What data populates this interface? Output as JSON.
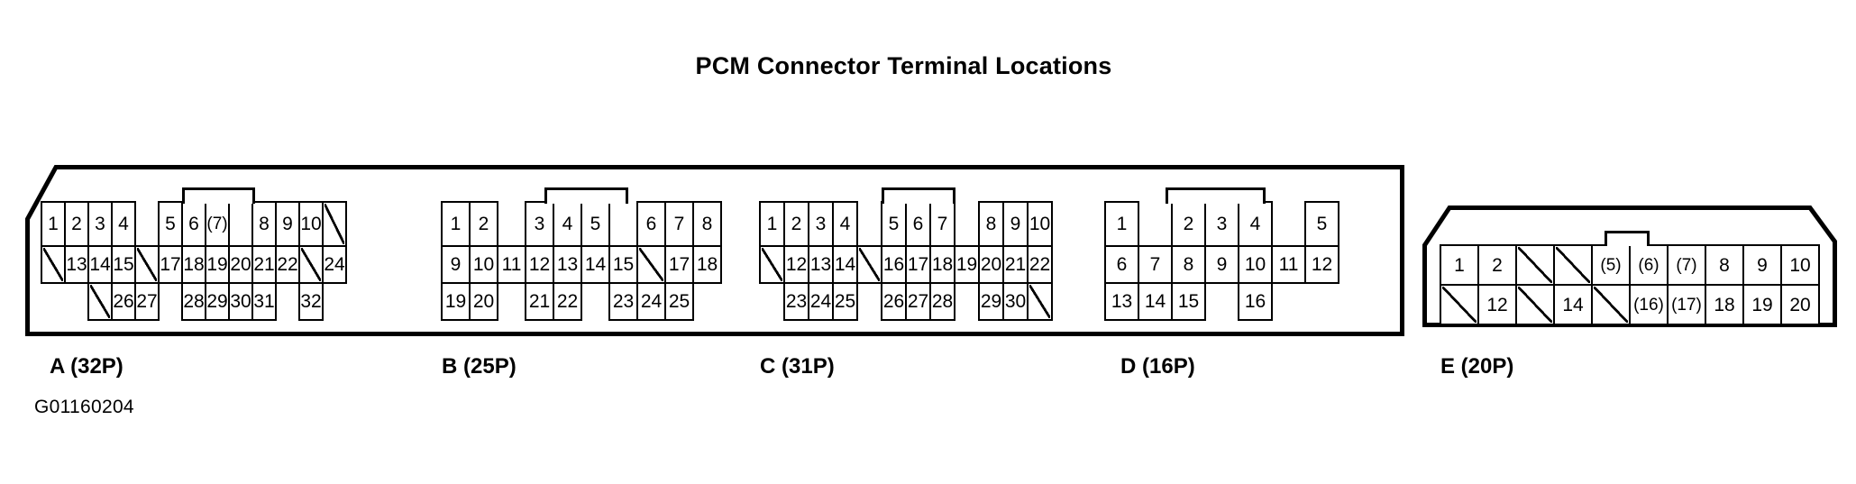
{
  "title": "PCM Connector Terminal Locations",
  "figure_id": "G01160204",
  "colors": {
    "line": "#000000",
    "background": "#ffffff"
  },
  "connectors": [
    {
      "id": "A",
      "caption": "A (32P)",
      "pins": 32,
      "columns": 12,
      "rows": 3,
      "grid": [
        [
          "1",
          "2",
          "3",
          "4",
          "",
          "5",
          "6",
          "(7)",
          "",
          "8",
          "9",
          "10",
          "/"
        ],
        [
          "/",
          "13",
          "14",
          "15",
          "/",
          "17",
          "18",
          "19",
          "20",
          "21",
          "22",
          "/",
          "24"
        ],
        [
          "",
          "",
          "/",
          "26",
          "27",
          "",
          "28",
          "29",
          "30",
          "31",
          "",
          "32",
          ""
        ]
      ]
    },
    {
      "id": "B",
      "caption": "B (25P)",
      "pins": 25,
      "grid": [
        [
          "1",
          "2",
          "",
          "3",
          "4",
          "5",
          "",
          "6",
          "7",
          "8"
        ],
        [
          "9",
          "10",
          "11",
          "12",
          "13",
          "14",
          "15",
          "/",
          "17",
          "18"
        ],
        [
          "19",
          "20",
          "",
          "21",
          "22",
          "",
          "23",
          "24",
          "25",
          ""
        ]
      ]
    },
    {
      "id": "C",
      "caption": "C (31P)",
      "pins": 31,
      "grid": [
        [
          "1",
          "2",
          "3",
          "4",
          "",
          "5",
          "6",
          "7",
          "",
          "8",
          "9",
          "10"
        ],
        [
          "/",
          "12",
          "13",
          "14",
          "/",
          "16",
          "17",
          "18",
          "19",
          "20",
          "21",
          "22"
        ],
        [
          "",
          "23",
          "24",
          "25",
          "",
          "26",
          "27",
          "28",
          "",
          "29",
          "30",
          "/"
        ]
      ]
    },
    {
      "id": "D",
      "caption": "D (16P)",
      "pins": 16,
      "grid": [
        [
          "1",
          "",
          "2",
          "3",
          "4",
          "",
          "5"
        ],
        [
          "6",
          "7",
          "8",
          "9",
          "10",
          "11",
          "12"
        ],
        [
          "13",
          "14",
          "15",
          "",
          "16",
          "",
          ""
        ]
      ]
    },
    {
      "id": "E",
      "caption": "E (20P)",
      "pins": 20,
      "grid": [
        [
          "1",
          "2",
          "/",
          "/",
          "(5)",
          "(6)",
          "(7)",
          "8",
          "9",
          "10"
        ],
        [
          "/",
          "12",
          "/",
          "14",
          "/",
          "(16)",
          "(17)",
          "18",
          "19",
          "20"
        ]
      ]
    }
  ]
}
